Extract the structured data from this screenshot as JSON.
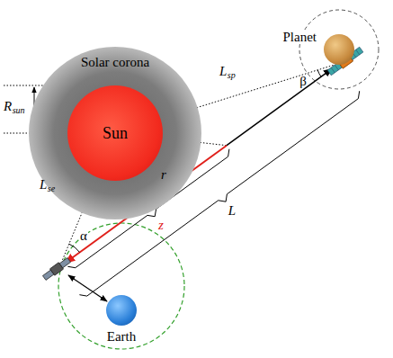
{
  "diagram": {
    "nodes": [
      {
        "text": [
          "Solar corona"
        ]
      },
      {
        "text": [
          "Sun"
        ],
        "in": 0
      },
      {
        "text": [
          "Planet"
        ]
      },
      {
        "text": [
          "Earth"
        ]
      }
    ],
    "labels": [
      "R",
      "sun",
      "L",
      "sp",
      "β",
      "L",
      "se",
      "α",
      "r",
      "z",
      "L"
    ]
  }
}
